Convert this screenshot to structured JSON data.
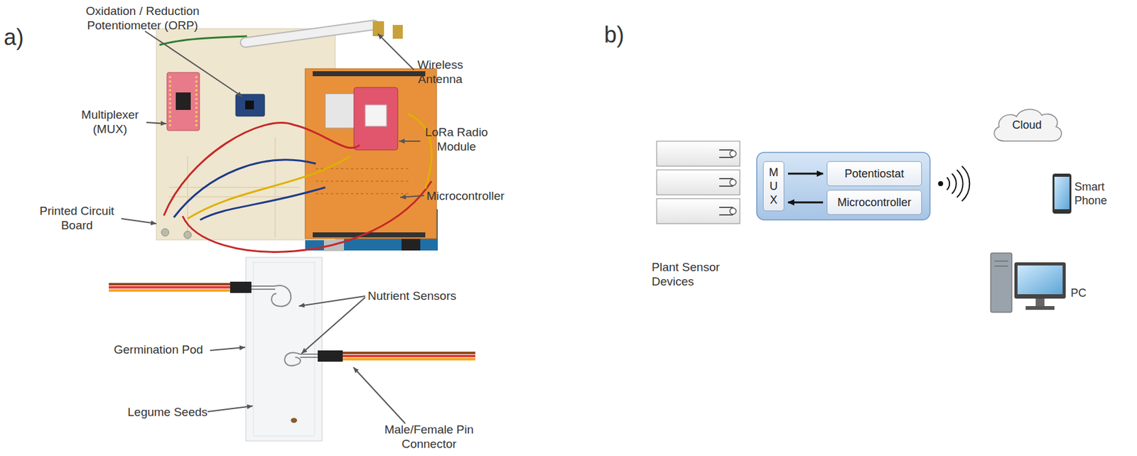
{
  "diagram": {
    "nodes": [
      {
        "text": [
          "MUX"
        ]
      },
      {
        "text": [
          "Potentiostat"
        ]
      },
      {
        "text": [
          "Microcontroller"
        ]
      },
      {
        "text": [
          "Cloud"
        ]
      }
    ],
    "edges": [
      {
        "from": 0,
        "to": 1,
        "arrow": "to"
      },
      {
        "from": 2,
        "to": 0,
        "arrow": "to"
      }
    ],
    "labels": [
      "a)",
      "Oxidation / Reduction Potentiometer (ORP)",
      "Multiplexer (MUX)",
      "Wireless Antenna",
      "LoRa Radio Module",
      "Microcontroller",
      "Printed Circuit Board",
      "Nutrient Sensors",
      "Germination Pod",
      "Legume Seeds",
      "Male/Female Pin Connector",
      "b)",
      "Plant Sensor Devices",
      "Smart Phone",
      "PC"
    ]
  }
}
